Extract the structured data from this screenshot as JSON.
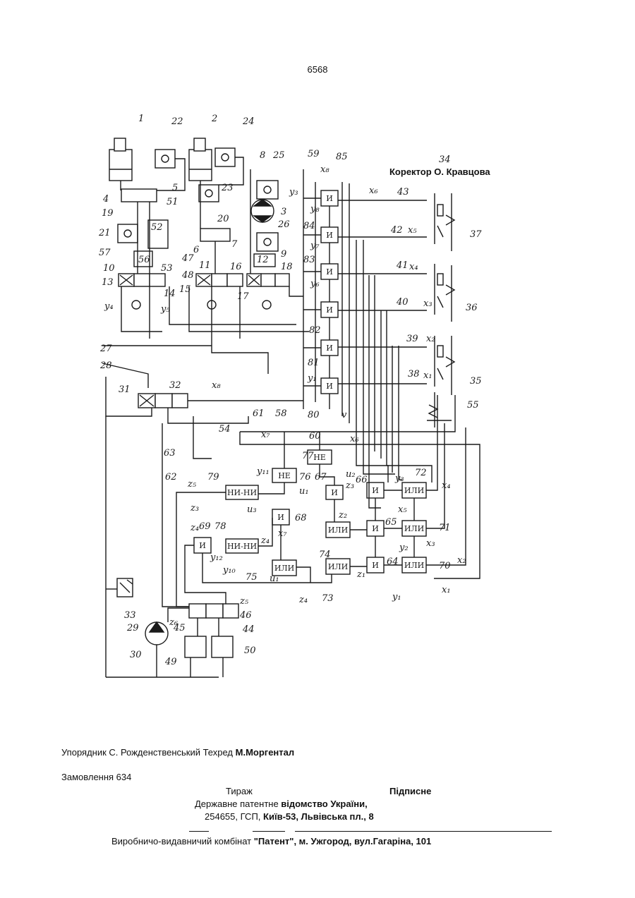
{
  "page_number": "6568",
  "corrector": "Коректор О. Кравцова",
  "footer": {
    "compiler": "Упорядник С. Рожденственський Техред ",
    "techred_name": "М.Моргентал",
    "order": "Замовлення 634",
    "circulation": "Тираж",
    "subscription": "Підписне",
    "agency_plain": "Державне патентне ",
    "agency_bold": "відомство України,",
    "address_plain": "254655, ГСП, ",
    "address_bold": "Київ-53, Львівська пл., 8",
    "plant_plain": "Виробничо-видавничий комбінат  ",
    "plant_bold": "\"Патент\", м. Ужгород, вул.Гагаріна, 101"
  },
  "diagram": {
    "logic_and": "И",
    "logic_or": "ИЛИ",
    "logic_not": "НЕ",
    "logic_nor": "НИ-НИ",
    "and_blocks": [
      {
        "id": "and-85",
        "label": "И"
      },
      {
        "id": "and-84",
        "label": "И"
      },
      {
        "id": "and-83",
        "label": "И"
      },
      {
        "id": "and-82a",
        "label": "И"
      },
      {
        "id": "and-82",
        "label": "И"
      },
      {
        "id": "and-80",
        "label": "И"
      },
      {
        "id": "and-67",
        "label": "И"
      },
      {
        "id": "and-66",
        "label": "И"
      },
      {
        "id": "and-68",
        "label": "И"
      },
      {
        "id": "and-65",
        "label": "И"
      },
      {
        "id": "and-64",
        "label": "И"
      },
      {
        "id": "and-69",
        "label": "И"
      }
    ],
    "or_blocks": [
      {
        "id": "or-72",
        "label": "ИЛИ"
      },
      {
        "id": "or-74",
        "label": "ИЛИ"
      },
      {
        "id": "or-71",
        "label": "ИЛИ"
      },
      {
        "id": "or-73",
        "label": "ИЛИ"
      },
      {
        "id": "or-70",
        "label": "ИЛИ"
      },
      {
        "id": "or-75",
        "label": "ИЛИ"
      }
    ],
    "numbers": [
      "1",
      "22",
      "2",
      "24",
      "8",
      "25",
      "59",
      "85",
      "34",
      "4",
      "5",
      "23",
      "19",
      "51",
      "20",
      "3",
      "43",
      "37",
      "21",
      "52",
      "84",
      "42",
      "57",
      "56",
      "53",
      "47",
      "6",
      "7",
      "9",
      "26",
      "10",
      "48",
      "11",
      "16",
      "12",
      "18",
      "83",
      "41",
      "13",
      "14",
      "15",
      "17",
      "36",
      "40",
      "27",
      "82",
      "39",
      "28",
      "81",
      "38",
      "35",
      "31",
      "32",
      "80",
      "61",
      "58",
      "55",
      "63",
      "54",
      "60",
      "77",
      "76",
      "79",
      "72",
      "62",
      "67",
      "66",
      "68",
      "69",
      "78",
      "71",
      "65",
      "74",
      "64",
      "70",
      "75",
      "73",
      "33",
      "46",
      "29",
      "45",
      "44",
      "49",
      "50",
      "30"
    ],
    "signals": [
      "x₈",
      "y₃",
      "x₆",
      "y₈",
      "x₅",
      "y₇",
      "x₄",
      "x₃",
      "y₆",
      "y₄",
      "y₅",
      "x₂",
      "y₁",
      "x₁",
      "x₈",
      "x₇",
      "x₆",
      "y₁₁",
      "u₂",
      "z₃",
      "y₃",
      "u₁",
      "z₂",
      "y₂",
      "x₅",
      "x₇",
      "z₄",
      "u₃",
      "y₁₂",
      "y₁₀",
      "u₁",
      "z₁",
      "z₄",
      "y₁",
      "x₁",
      "x₂",
      "x₃",
      "z₅",
      "z₆",
      "z₅",
      "z₄",
      "z₃",
      "x₄",
      "v"
    ]
  }
}
